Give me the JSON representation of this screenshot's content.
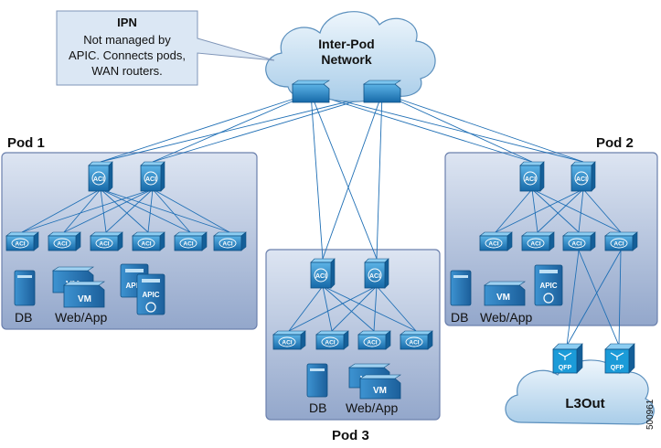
{
  "callout": {
    "title": "IPN",
    "lines": [
      "Not managed by",
      "APIC. Connects pods,",
      "WAN routers."
    ]
  },
  "ipn_cloud": {
    "lines": [
      "Inter-Pod",
      "Network"
    ]
  },
  "pods": {
    "pod1": {
      "label": "Pod 1",
      "db_label": "DB",
      "webapp_label": "Web/App",
      "vm_labels": [
        "VM",
        "VM"
      ],
      "apic_labels": [
        "APIC",
        "APIC"
      ]
    },
    "pod2": {
      "label": "Pod 2",
      "db_label": "DB",
      "webapp_label": "Web/App",
      "vm_labels": [
        "VM"
      ],
      "apic_labels": [
        "APIC"
      ]
    },
    "pod3": {
      "label": "Pod 3",
      "db_label": "DB",
      "webapp_label": "Web/App",
      "vm_labels": [
        "VM",
        "VM"
      ]
    }
  },
  "aci_label": "ACI",
  "qfp_label": "QFP",
  "l3out": {
    "label": "L3Out"
  },
  "figure_id": "500961",
  "colors": {
    "pod_fill_top": "#d9e2f1",
    "pod_fill_bottom": "#8fa3c8",
    "pod_stroke": "#6b80ad",
    "link": "#1f6fb5",
    "callout_fill": "#dbe7f4",
    "cloud_fill": "#c9e1f3",
    "switch_fill": "#2a8fd0",
    "qfp_fill": "#1b9bd8"
  }
}
